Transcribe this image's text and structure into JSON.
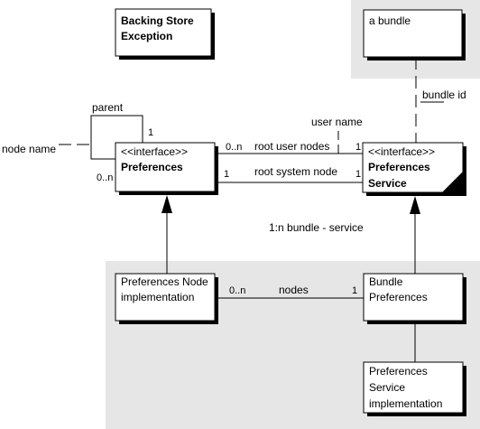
{
  "boxes": {
    "backing_store_exception": {
      "lines": [
        "Backing Store",
        "Exception"
      ]
    },
    "a_bundle": {
      "lines": [
        "a bundle"
      ]
    },
    "preferences": {
      "stereotype": "<<interface>>",
      "name": "Preferences"
    },
    "preferences_service": {
      "stereotype": "<<interface>>",
      "name_lines": [
        "Preferences",
        "Service"
      ]
    },
    "preferences_node_impl": {
      "lines": [
        "Preferences Node",
        "implementation"
      ]
    },
    "bundle_preferences": {
      "lines": [
        "Bundle",
        "Preferences"
      ]
    },
    "preferences_service_impl": {
      "lines": [
        "Preferences",
        "Service",
        "implementation"
      ]
    }
  },
  "labels": {
    "parent": "parent",
    "parent_mult": "1",
    "node_name": "node name",
    "child_mult": "0..n",
    "bundle_id": "bundle id",
    "user_name": "user name",
    "root_user_nodes": "root user nodes",
    "root_user_mult_left": "0..n",
    "root_user_mult_right": "1",
    "root_system_node": "root system node",
    "root_system_mult_left": "1",
    "root_system_mult_right": "1",
    "bundle_service": "1:n bundle - service",
    "nodes": "nodes",
    "nodes_mult_left": "0..n",
    "nodes_mult_right": "1"
  },
  "colors": {
    "panel": "#e6e6e6",
    "line": "#000000",
    "box_fill": "#ffffff",
    "shadow": "#000000"
  }
}
